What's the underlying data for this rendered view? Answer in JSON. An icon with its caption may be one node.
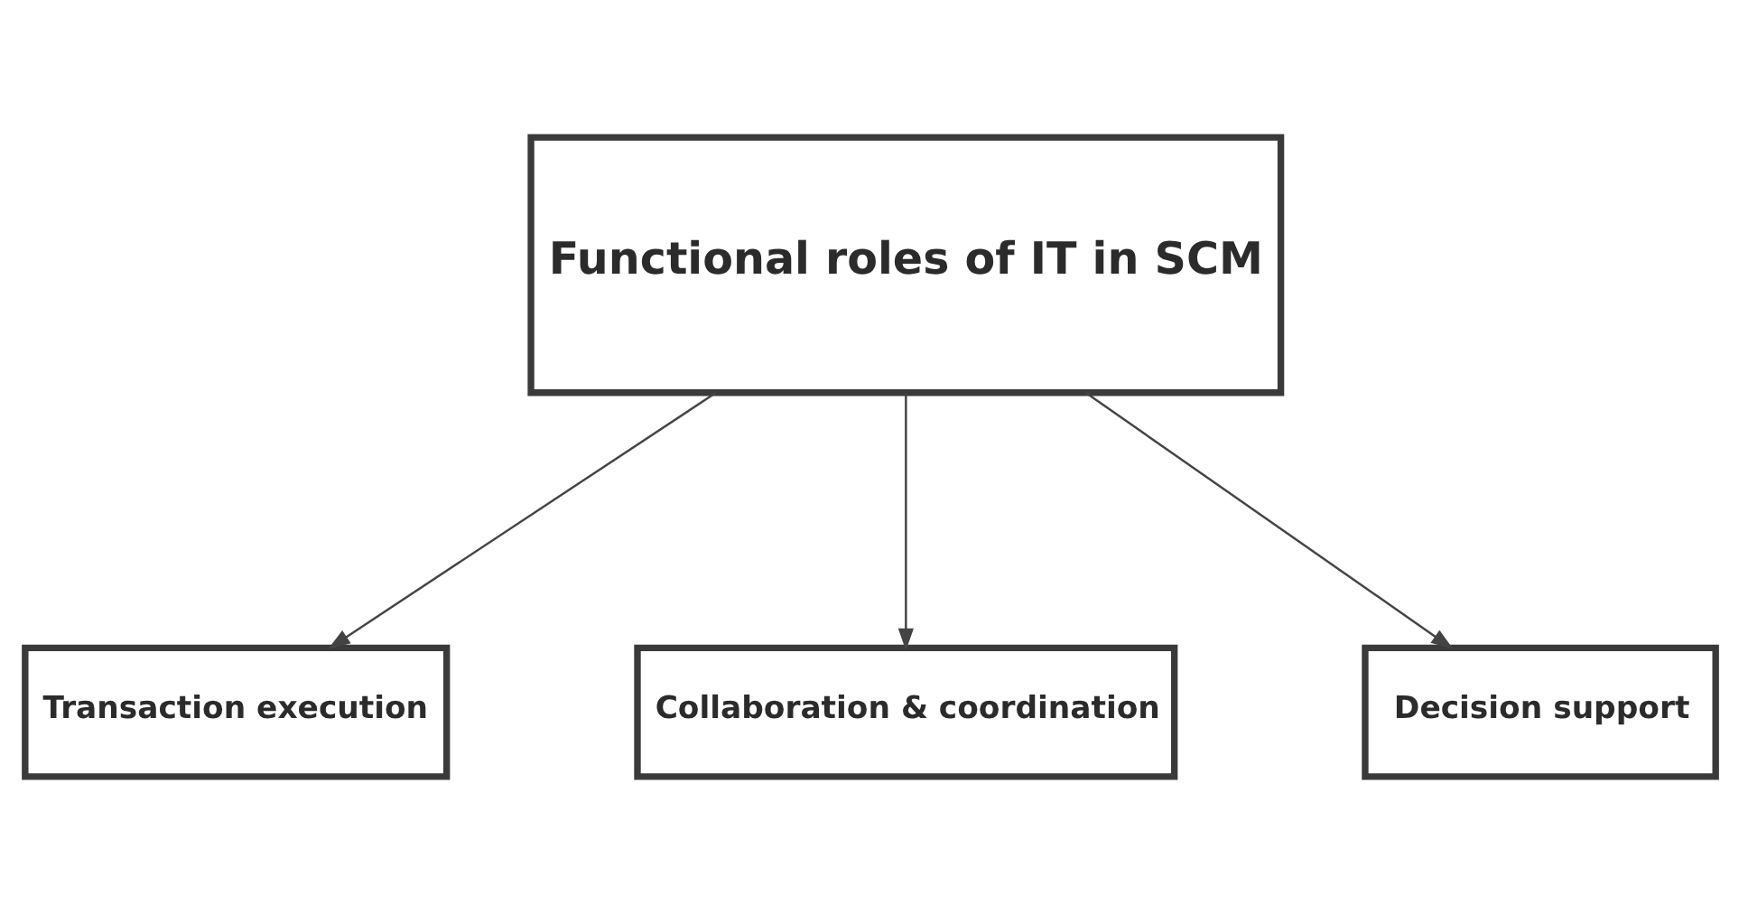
{
  "diagram": {
    "nodes": [
      {
        "text": [
          "Functional roles of IT in SCM"
        ]
      },
      {
        "text": [
          "Transaction execution"
        ]
      },
      {
        "text": [
          "Collaboration & coordination"
        ]
      },
      {
        "text": [
          "Decision support"
        ]
      }
    ],
    "edges": [
      {
        "from": 0,
        "to": 1,
        "arrow": "to"
      },
      {
        "from": 0,
        "to": 2,
        "arrow": "to"
      },
      {
        "from": 0,
        "to": 3,
        "arrow": "to"
      }
    ]
  }
}
